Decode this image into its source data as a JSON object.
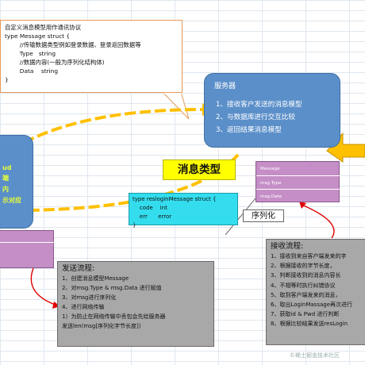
{
  "code_callout": {
    "lines": [
      "自定义消息模型用作通讯协议",
      "type Message struct {",
      "        //传输数据类型例如登录数据、登录返回数据等",
      "        Type   string",
      "        //数据内容(一般为序列化结构体)",
      "        Data    string",
      "}"
    ]
  },
  "server": {
    "title": "服务器",
    "items": [
      "1、接收客户发送的消息模型",
      "2、与数据库进行交互比较",
      "3、返回结果消息模型"
    ]
  },
  "client": {
    "texts": [
      "ud",
      "端",
      "内",
      "示对应"
    ]
  },
  "message_type_label": "消息类型",
  "message_box": {
    "rows": [
      "Message",
      "msg.Type",
      "msg.Date"
    ]
  },
  "login_struct": {
    "lines": [
      "type resloginMessage struct {",
      "    code    int",
      "    err      error",
      "}"
    ]
  },
  "serialize_label": "序列化",
  "send_flow": {
    "title": "发送流程:",
    "steps": [
      "1、创建消息模型Message",
      "2、对msg.Type & msg.Data 进行赋值",
      "3、对msg进行序列化",
      "4、进行网络传输",
      "   1）为防止在网络传输中丢包会先给服务器",
      "发送len(msg[序列化字节长度])"
    ]
  },
  "recv_flow": {
    "title": "接收流程:",
    "steps": [
      "1、接收到来自客户端发来的字",
      "2、根据接收的字节长度，",
      "3、判断接收到的消息内容长",
      "4、不相等时执行纠错协议",
      "5、取到客户端发来的消息，",
      "6、取出LoginMassage再次进行",
      "7、获取id & Pwd 进行判断",
      "8、根据比较结果发送resLogin"
    ]
  },
  "watermark": "©稀土掘金技术社区",
  "colors": {
    "server_blue": "#5b8fc9",
    "arrow_yellow": "#ffc000",
    "pink": "#c58ec6",
    "cyan": "#33ddee",
    "highlight_yellow": "#ffff00",
    "flow_gray": "#a8a8a8",
    "connector_red": "#e00000"
  }
}
